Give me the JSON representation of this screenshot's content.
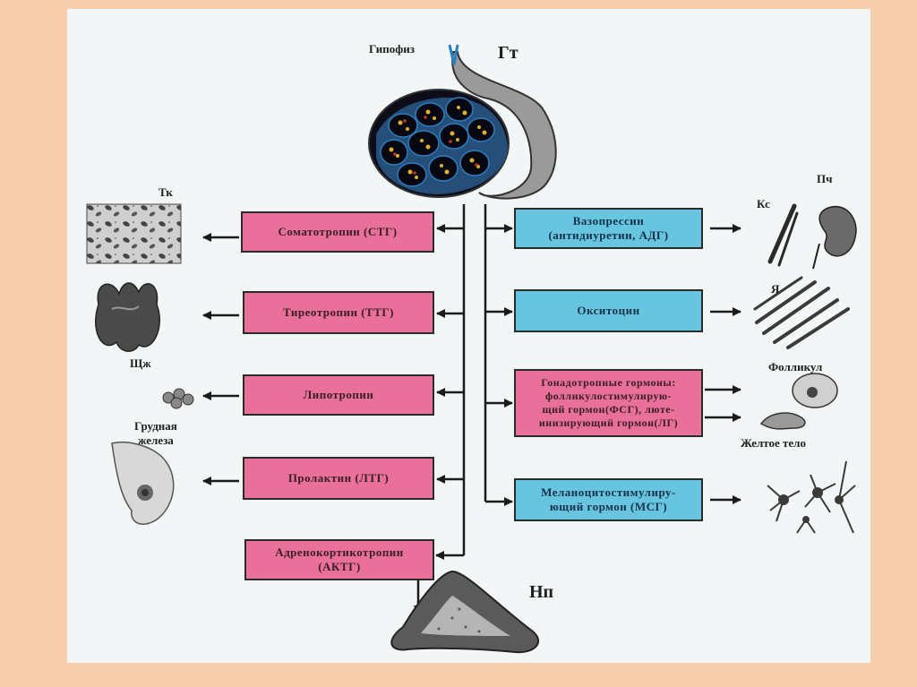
{
  "pituitary": {
    "label": "Гипофиз",
    "abbr": "Гт"
  },
  "anterior_hormones": [
    {
      "name": "Соматотропин (СТГ)"
    },
    {
      "name": "Тиреотропин (ТТГ)"
    },
    {
      "name": "Липотропин"
    },
    {
      "name": "Пролактин (ЛТГ)"
    },
    {
      "name": "Адренокортикотропин\n(АКТГ)"
    }
  ],
  "posterior_hormones": [
    {
      "name": "Вазопрессин\n(антидиуретин, АДГ)"
    },
    {
      "name": "Окситоцин"
    },
    {
      "name": "Гонадотропные гормоны:\nфолликулостимулирую-\nщий гормон(ФСГ), люте-\nинизирующий гормон(ЛГ)"
    },
    {
      "name": "Меланоцитостимулиру-\nющий гормон (МСГ)"
    }
  ],
  "target_labels": {
    "tissue": "Тк",
    "thyroid": "Щж",
    "mammary": "Грудная\nжелеза",
    "bones": "Кс",
    "kidney": "Пч",
    "uterus": "Я",
    "follicle": "Фолликул",
    "corpus_luteum": "Желтое тело",
    "adrenal": "Нп"
  },
  "colors": {
    "frame": "#f8cfad",
    "sheet": "#f3f6f7",
    "anterior_box": "#e8709a",
    "posterior_box": "#68c5e0",
    "line": "#1b1b1b"
  }
}
